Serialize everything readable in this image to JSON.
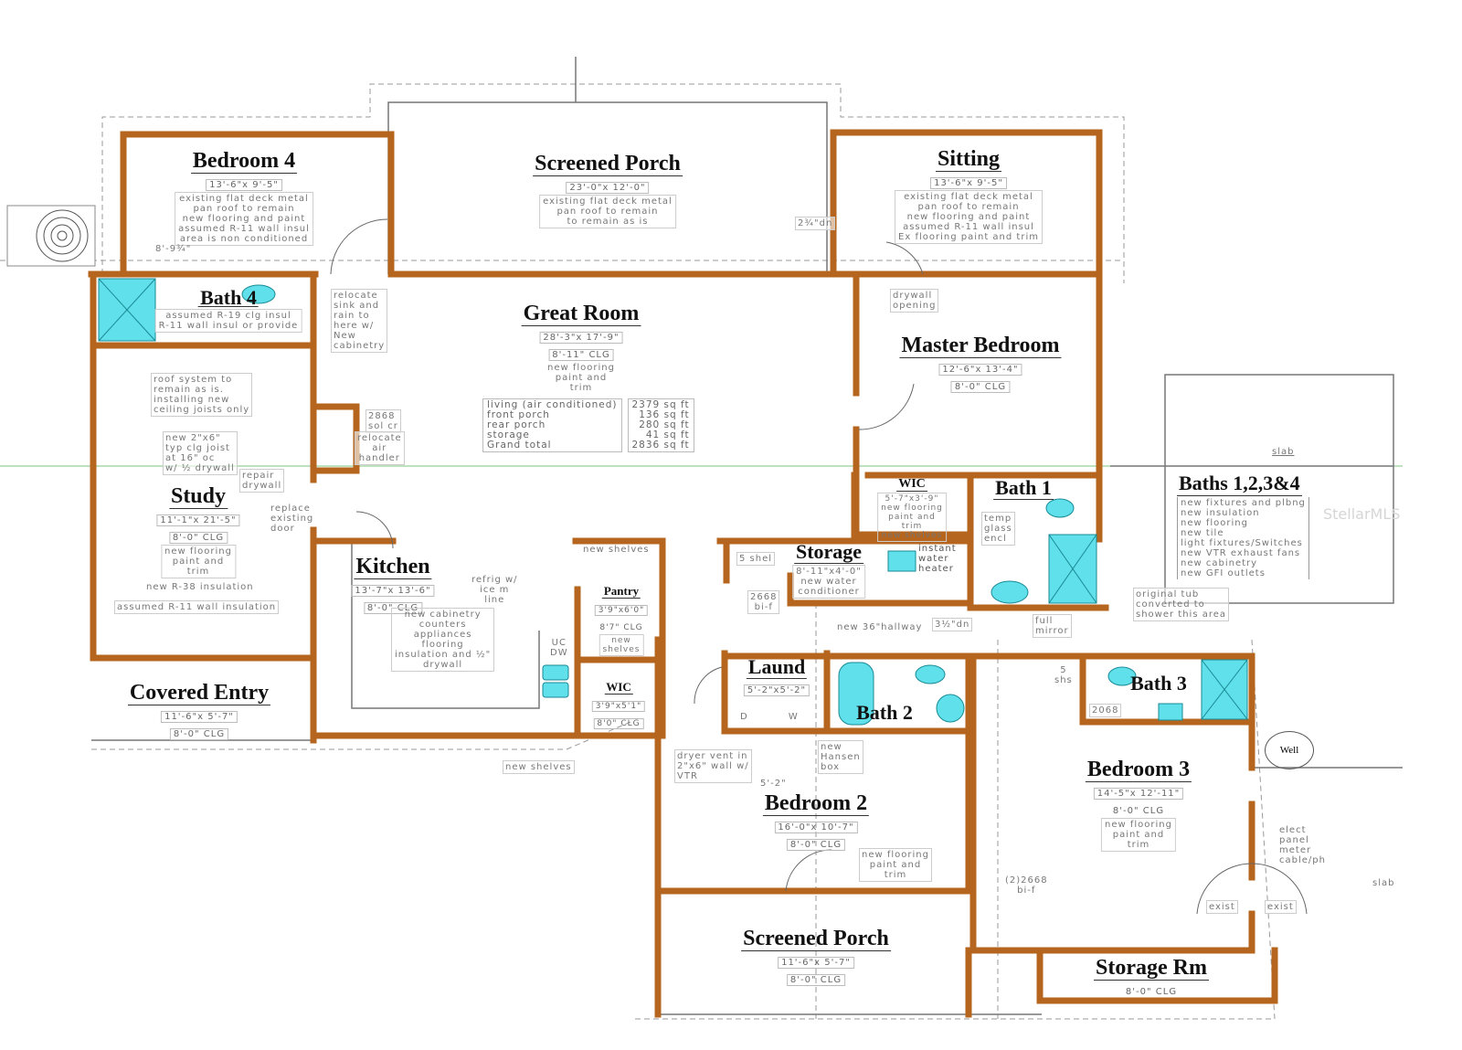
{
  "colors": {
    "wall": "#b5651d",
    "fixture": "#5fe0ea",
    "guide": "#6fbf6f"
  },
  "rooms": {
    "bedroom4": {
      "name": "Bedroom 4",
      "dims": "13'-6\"x 9'-5\"",
      "notes": [
        "existing flat deck metal",
        "pan roof to remain",
        "new flooring and paint",
        "assumed R-11 wall insul",
        "area is non conditioned"
      ]
    },
    "screened_porch_top": {
      "name": "Screened Porch",
      "dims": "23'-0\"x 12'-0\"",
      "notes": [
        "existing flat deck metal",
        "pan roof to remain",
        "to remain as is"
      ]
    },
    "sitting": {
      "name": "Sitting",
      "dims": "13'-6\"x 9'-5\"",
      "notes": [
        "existing flat deck metal",
        "pan roof to remain",
        "new flooring and paint",
        "assumed R-11 wall insul",
        "Ex flooring paint and trim"
      ]
    },
    "bath4": {
      "name": "Bath 4",
      "notes": [
        "assumed R-19 clg insul",
        "R-11 wall insul or provide"
      ]
    },
    "great_room": {
      "name": "Great Room",
      "dims": "28'-3\"x 17'-9\"",
      "ceiling": "8'-11\" CLG",
      "notes": [
        "new flooring",
        "paint and",
        "trim"
      ]
    },
    "master_bedroom": {
      "name": "Master Bedroom",
      "dims": "12'-6\"x 13'-4\"",
      "ceiling": "8'-0\" CLG"
    },
    "study": {
      "name": "Study",
      "dims": "11'-1\"x 21'-5\"",
      "ceiling": "8'-0\" CLG",
      "notes": [
        "new flooring",
        "paint and",
        "trim"
      ]
    },
    "kitchen": {
      "name": "Kitchen",
      "dims": "13'-7\"x 13'-6\"",
      "ceiling": "8'-0\" CLG",
      "notes": [
        "new cabinetry",
        "counters",
        "appliances",
        "flooring",
        "insulation and ½\"",
        "drywall"
      ]
    },
    "pantry": {
      "name": "Pantry",
      "dims": "3'9\"x6'0\"",
      "ceiling": "8'7\" CLG",
      "notes": [
        "new",
        "shelves"
      ]
    },
    "wic_kitchen": {
      "name": "WIC",
      "dims": "3'9\"x5'1\"",
      "ceiling": "8'0\" CLG"
    },
    "covered_entry": {
      "name": "Covered Entry",
      "dims": "11'-6\"x 5'-7\"",
      "ceiling": "8'-0\" CLG"
    },
    "wic_master": {
      "name": "WIC",
      "dims": "5'-7\"x3'-9\"",
      "notes": [
        "new flooring",
        "paint and",
        "trim",
        "new shelves"
      ]
    },
    "bath1": {
      "name": "Bath 1",
      "notes": [
        "temp",
        "glass",
        "encl"
      ]
    },
    "storage": {
      "name": "Storage",
      "dims": "8'-11\"x4'-0\"",
      "notes": [
        "new water",
        "conditioner"
      ]
    },
    "laund": {
      "name": "Laund",
      "dims": "5'-2\"x5'-2\""
    },
    "bath2": {
      "name": "Bath 2"
    },
    "bath3": {
      "name": "Bath 3"
    },
    "bedroom2": {
      "name": "Bedroom 2",
      "dims": "16'-0\"x 10'-7\"",
      "ceiling": "8'-0\" CLG",
      "notes": [
        "new flooring",
        "paint and",
        "trim"
      ]
    },
    "bedroom3": {
      "name": "Bedroom 3",
      "dims": "14'-5\"x 12'-11\"",
      "ceiling": "8'-0\" CLG",
      "notes": [
        "new flooring",
        "paint and",
        "trim"
      ]
    },
    "screened_porch_bottom": {
      "name": "Screened Porch",
      "dims": "11'-6\"x 5'-7\"",
      "ceiling": "8'-0\" CLG"
    },
    "storage_rm": {
      "name": "Storage Rm",
      "ceiling": "8'-0\" CLG"
    }
  },
  "area_table": {
    "labels": [
      "living (air conditioned)",
      "front porch",
      "rear porch",
      "storage",
      "Grand total"
    ],
    "values": [
      "2379 sq ft",
      "136 sq ft",
      "280 sq ft",
      "41 sq ft",
      "2836 sq ft"
    ]
  },
  "baths_note": {
    "title": "Baths 1,2,3&4",
    "items": [
      "new fixtures and plbng",
      "new insulation",
      "new flooring",
      "new tile",
      "light fixtures/Switches",
      "new VTR exhaust fans",
      "new cabinetry",
      "new GFI outlets"
    ]
  },
  "annotations": {
    "dim_8_9": "8'-9¾\"",
    "relocate_sink": [
      "relocate",
      "sink and",
      "rain to",
      "here w/",
      "New",
      "cabinetry"
    ],
    "roof_system": [
      "roof system to",
      "remain as is.",
      "installing new",
      "ceiling joists only"
    ],
    "joist": [
      "new 2\"x6\"",
      "typ clg joist",
      "at 16\" oc",
      "w/ ½ drywall"
    ],
    "repair_drywall": [
      "repair",
      "drywall"
    ],
    "door_2868": [
      "2868",
      "sol cr"
    ],
    "relocate_air": [
      "relocate",
      "air",
      "handler"
    ],
    "replace_door": [
      "replace",
      "existing",
      "door"
    ],
    "r38": "new R-38 insulation",
    "r11": "assumed R-11 wall insulation",
    "refrig": [
      "refrig w/",
      "ice m",
      "line"
    ],
    "uc_dw": [
      "UC",
      "DW"
    ],
    "new_shelves_top": "new shelves",
    "new_shelves_bottom": "new shelves",
    "drywall_opening": [
      "drywall",
      "opening"
    ],
    "step_dn": "2¾\"dn",
    "instant_water": [
      "instant",
      "water",
      "heater"
    ],
    "shel5": "5 shel",
    "bifold": [
      "2668",
      "bi-f"
    ],
    "hallway": "new 36\"hallway",
    "step_dn2": "3½\"dn",
    "full_mirror": [
      "full",
      "mirror"
    ],
    "original_tub": [
      "original tub",
      "converted to",
      "shower this area"
    ],
    "dryer_vent": [
      "dryer vent in",
      "2\"x6\" wall w/",
      "VTR"
    ],
    "hansen": [
      "new",
      "Hansen",
      "box"
    ],
    "dim_5_2": "5'-2\"",
    "dw": [
      "D",
      "W"
    ],
    "shs": [
      "5",
      "shs"
    ],
    "door_2068": "2068",
    "closet_2668": [
      "(2)2668",
      "bi-f"
    ],
    "elect": [
      "elect",
      "panel",
      "meter",
      "cable/ph"
    ],
    "exist": "exist",
    "slab": "slab",
    "well": "Well",
    "watermark": "StellarMLS"
  }
}
